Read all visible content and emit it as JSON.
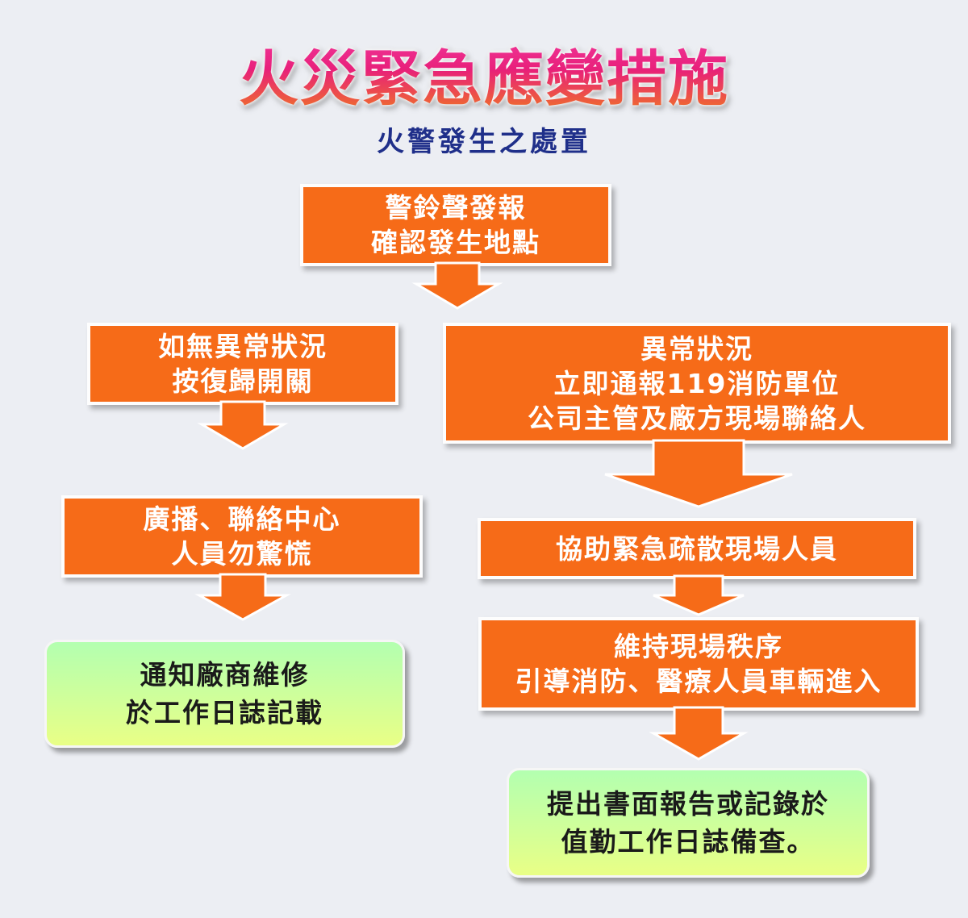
{
  "title": "火災緊急應變措施",
  "subtitle": "火警發生之處置",
  "steps": {
    "alarm": [
      "警鈴聲發報",
      "確認發生地點"
    ],
    "normal": [
      "如無異常狀況",
      "按復歸開關"
    ],
    "broadcast": [
      "廣播、聯絡中心",
      "人員勿驚慌"
    ],
    "repair": [
      "通知廠商維修",
      "於工作日誌記載"
    ],
    "abnormal": [
      "異常狀況",
      "立即通報119消防單位",
      "公司主管及廠方現場聯絡人"
    ],
    "evacuate": [
      "協助緊急疏散現場人員"
    ],
    "order": [
      "維持現場秩序",
      "引導消防、醫療人員車輛進入"
    ],
    "report": [
      "提出書面報告或記錄於",
      "值勤工作日誌備查。"
    ]
  },
  "colors": {
    "box": "#f66b18",
    "title": "#e8287a",
    "subtitle": "#1f2f8a",
    "green_box": "#c6ffa0"
  }
}
